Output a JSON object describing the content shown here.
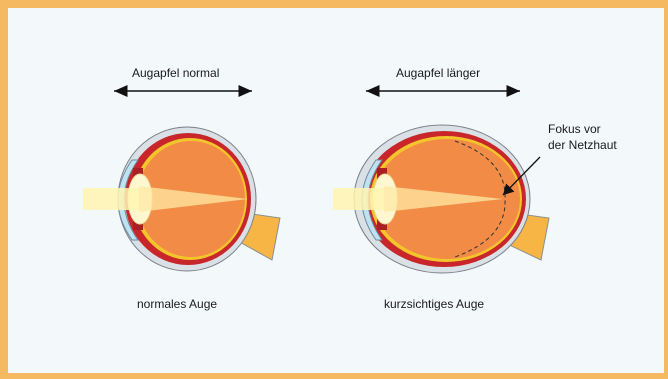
{
  "diagram": {
    "left_heading": "Augapfel normal",
    "right_heading": "Augapfel länger",
    "callout_line1": "Fokus vor",
    "callout_line2": "der Netzhaut",
    "left_caption": "normales Auge",
    "right_caption": "kurzsichtiges Auge"
  },
  "colors": {
    "frame": "#f4b961",
    "background": "#f3f8fb",
    "sclera": "#d9e0e6",
    "choroid": "#c8262a",
    "retina": "#f3c52c",
    "vitreous": "#f28b46",
    "lens": "#fff7cf",
    "cornea": "#bfe2f3",
    "optic_nerve": "#f6b544",
    "light_beam": "#fff4b0"
  }
}
